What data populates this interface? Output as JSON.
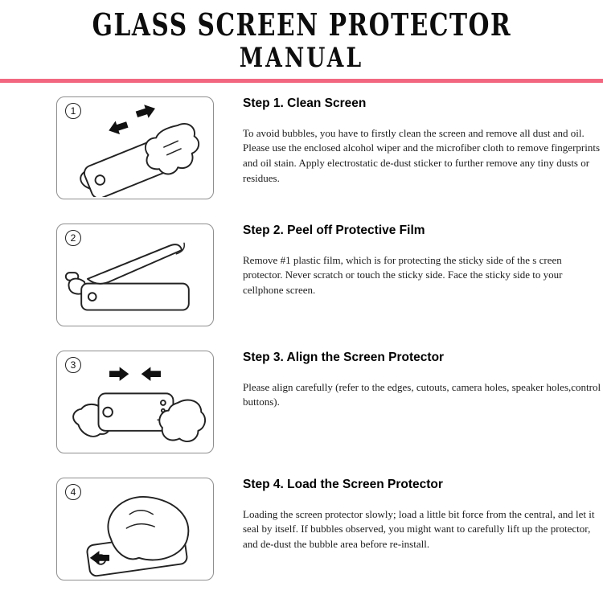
{
  "accent_color": "#f2677f",
  "title": {
    "line1": "GLASS SCREEN PROTECTOR",
    "line2": "MANUAL"
  },
  "steps": [
    {
      "number": "1",
      "heading": "Step 1. Clean Screen",
      "body": "To avoid bubbles, you have to firstly clean the screen and remove all dust and oil. Please use the enclosed alcohol wiper and the microfiber cloth to remove fingerprints and oil stain. Apply electrostatic de-dust sticker to further remove any tiny dusts or residues.",
      "illustration": "hands-cleaning-phone"
    },
    {
      "number": "2",
      "heading": "Step 2. Peel off Protective Film",
      "body": "Remove #1 plastic film, which is for protecting the sticky side of the s creen protector. Never scratch or touch the sticky side. Face the sticky side to your cellphone screen.",
      "illustration": "peeling-protective-film"
    },
    {
      "number": "3",
      "heading": "Step 3. Align the Screen Protector",
      "body": "Please align carefully (refer to the edges, cutouts, camera holes, speaker holes,control buttons).",
      "illustration": "aligning-screen-protector"
    },
    {
      "number": "4",
      "heading": "Step 4. Load the Screen Protector",
      "body": "Loading the screen protector slowly; load a little bit force from the central, and let it seal by itself. If bubbles observed, you might want to carefully lift up the protector, and de-dust the bubble area before re-install.",
      "illustration": "loading-screen-protector"
    }
  ]
}
